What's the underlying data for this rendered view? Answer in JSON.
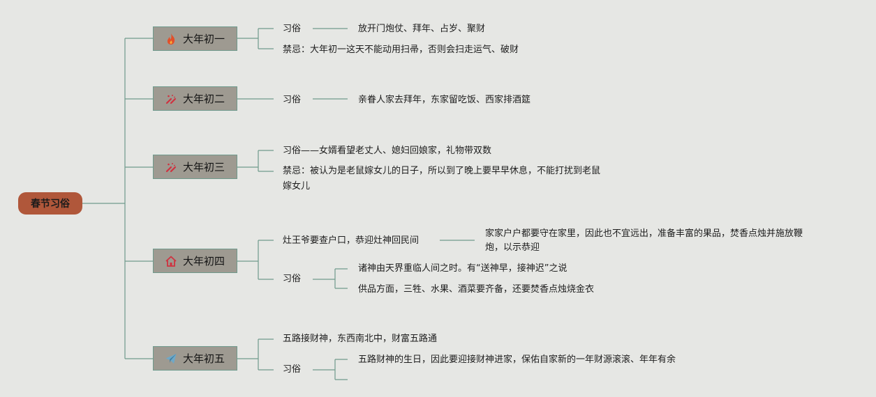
{
  "root": {
    "label": "春节习俗",
    "color": "#b0573a"
  },
  "colors": {
    "line": "#6f9a8c",
    "node": "#9e9a91",
    "background": "#e6e7e4"
  },
  "days": [
    {
      "label": "大年初一",
      "icon": "fire-icon",
      "custom_label": "习俗",
      "custom_detail": "放开门炮仗、拜年、占岁、聚财",
      "taboo": "禁忌：大年初一这天不能动用扫帚，否则会扫走运气、破财"
    },
    {
      "label": "大年初二",
      "icon": "firecracker-icon",
      "custom_label": "习俗",
      "custom_detail": "亲眷人家去拜年，东家留吃饭、西家排酒筵"
    },
    {
      "label": "大年初三",
      "icon": "firecracker-icon",
      "custom": "习俗——女婿看望老丈人、媳妇回娘家，礼物带双数",
      "taboo_line1": "禁忌：被认为是老鼠嫁女儿的日子，所以到了晚上要早早休息，不能打扰到老鼠",
      "taboo_line2": "嫁女儿"
    },
    {
      "label": "大年初四",
      "icon": "house-icon",
      "kitchen_god": "灶王爷要查户口，恭迎灶神回民间",
      "kitchen_god_detail_line1": "家家户户都要守在家里，因此也不宜远出，准备丰富的果品，焚香点烛并施放鞭",
      "kitchen_god_detail_line2": "炮，以示恭迎",
      "custom_label": "习俗",
      "custom_items": [
        "诸神由天界重临人间之时。有“送神早，接神迟”之说",
        "供品方面，三牲、水果、酒菜要齐备，还要焚香点烛烧金衣"
      ]
    },
    {
      "label": "大年初五",
      "icon": "paper-plane-icon",
      "wealth": "五路接财神，东西南北中，财富五路通",
      "custom_label": "习俗",
      "custom_items": [
        "五路财神的生日，因此要迎接财神进家，保佑自家新的一年财源滚滚、年年有余"
      ]
    }
  ]
}
